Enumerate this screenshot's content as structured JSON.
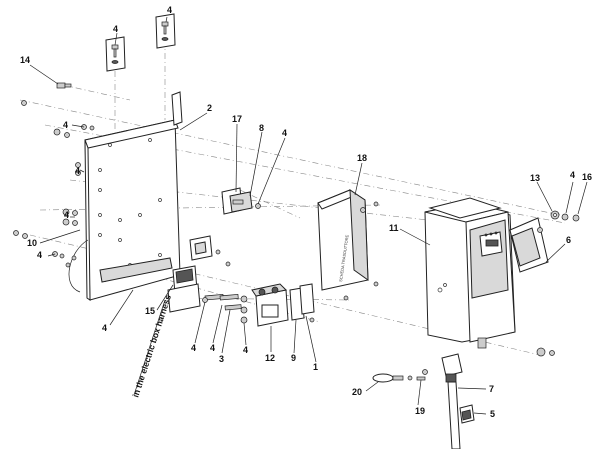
{
  "callouts": {
    "c1": "1",
    "c2": "2",
    "c3": "3",
    "c4": "4",
    "c5": "5",
    "c6": "6",
    "c7": "7",
    "c8": "8",
    "c9": "9",
    "c10": "10",
    "c11": "11",
    "c12": "12",
    "c13": "13",
    "c14": "14",
    "c15": "15",
    "c16": "16",
    "c17": "17",
    "c18": "18",
    "c19": "19",
    "c20": "20"
  },
  "annotations": {
    "harness_note": "in the electric box harness",
    "panel_text": "SCHEDA TRASDUTTORE"
  }
}
